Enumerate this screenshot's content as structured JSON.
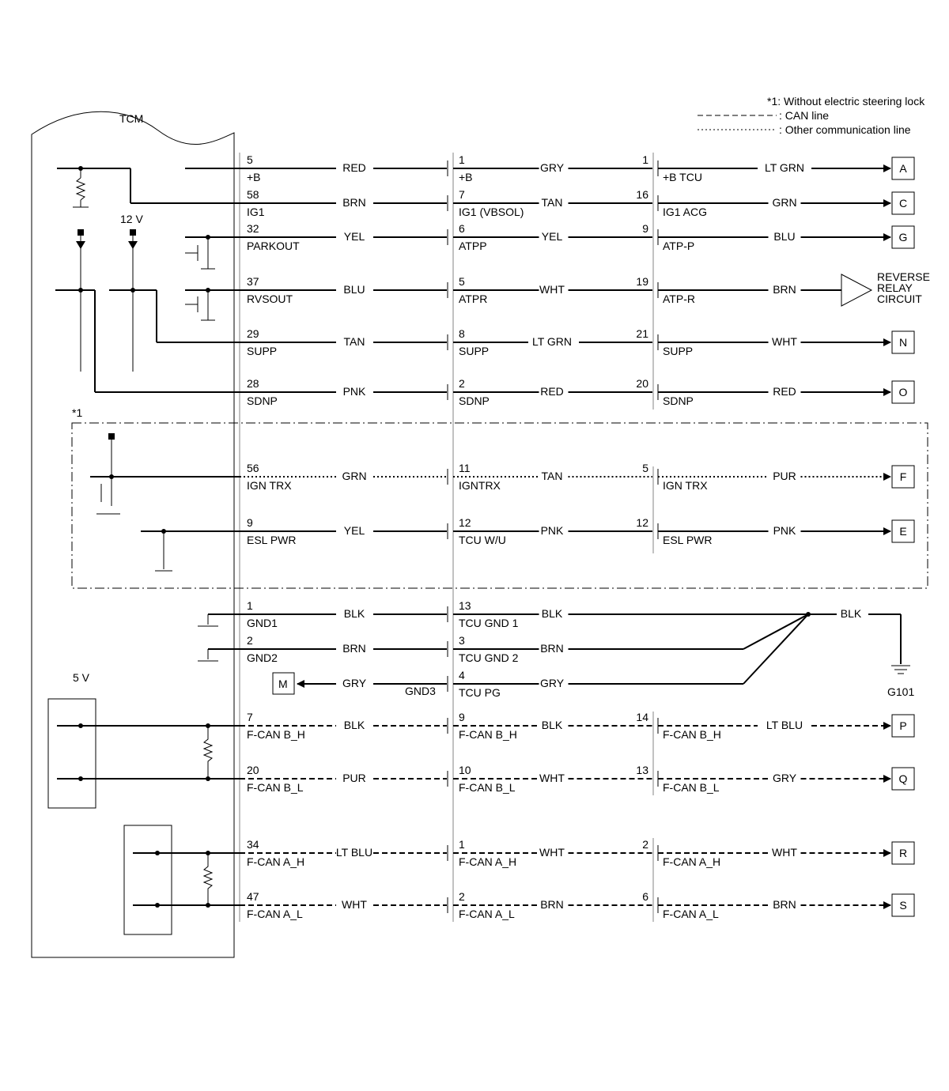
{
  "legend": {
    "note": "*1: Without electric steering lock",
    "can": ": CAN line",
    "other": ": Other communication line"
  },
  "tcm_label": "TCM",
  "voltage_12": "12 V",
  "voltage_5": "5 V",
  "box_label": "*1",
  "rows": [
    {
      "pin1": "5",
      "sig1": "+B",
      "c1": "RED",
      "pin2": "1",
      "sig2": "+B",
      "c2": "GRY",
      "pin3": "1",
      "sig3": "+B TCU",
      "c3": "LT GRN",
      "term": "A",
      "style": "solid",
      "tt": "box"
    },
    {
      "pin1": "58",
      "sig1": "IG1",
      "c1": "BRN",
      "pin2": "7",
      "sig2": "IG1 (VBSOL)",
      "c2": "TAN",
      "pin3": "16",
      "sig3": "IG1 ACG",
      "c3": "GRN",
      "term": "C",
      "style": "solid",
      "tt": "box"
    },
    {
      "pin1": "32",
      "sig1": "PARKOUT",
      "c1": "YEL",
      "pin2": "6",
      "sig2": "ATPP",
      "c2": "YEL",
      "pin3": "9",
      "sig3": "ATP-P",
      "c3": "BLU",
      "term": "G",
      "style": "solid",
      "tt": "box"
    },
    {
      "pin1": "37",
      "sig1": "RVSOUT",
      "c1": "BLU",
      "pin2": "5",
      "sig2": "ATPR",
      "c2": "WHT",
      "pin3": "19",
      "sig3": "ATP-R",
      "c3": "BRN",
      "term": "REVERSE|RELAY|CIRCUIT",
      "style": "solid",
      "tt": "tri"
    },
    {
      "pin1": "29",
      "sig1": "SUPP",
      "c1": "TAN",
      "pin2": "8",
      "sig2": "SUPP",
      "c2": "LT GRN",
      "pin3": "21",
      "sig3": "SUPP",
      "c3": "WHT",
      "term": "N",
      "style": "solid",
      "tt": "box"
    },
    {
      "pin1": "28",
      "sig1": "SDNP",
      "c1": "PNK",
      "pin2": "2",
      "sig2": "SDNP",
      "c2": "RED",
      "pin3": "20",
      "sig3": "SDNP",
      "c3": "RED",
      "term": "O",
      "style": "solid",
      "tt": "box"
    },
    {
      "pin1": "56",
      "sig1": "IGN TRX",
      "c1": "GRN",
      "pin2": "11",
      "sig2": "IGNTRX",
      "c2": "TAN",
      "pin3": "5",
      "sig3": "IGN TRX",
      "c3": "PUR",
      "term": "F",
      "style": "dot",
      "tt": "box"
    },
    {
      "pin1": "9",
      "sig1": "ESL PWR",
      "c1": "YEL",
      "pin2": "12",
      "sig2": "TCU W/U",
      "c2": "PNK",
      "pin3": "12",
      "sig3": "ESL PWR",
      "c3": "PNK",
      "term": "E",
      "style": "solid",
      "tt": "box"
    },
    {
      "pin1": "1",
      "sig1": "GND1",
      "c1": "BLK",
      "pin2": "13",
      "sig2": "TCU GND 1",
      "c2": "BLK",
      "pin3": "",
      "sig3": "",
      "c3": "BLK",
      "term": "",
      "style": "solid",
      "tt": "gnd"
    },
    {
      "pin1": "2",
      "sig1": "GND2",
      "c1": "BRN",
      "pin2": "3",
      "sig2": "TCU GND 2",
      "c2": "BRN",
      "pin3": "",
      "sig3": "",
      "c3": "",
      "term": "",
      "style": "solid",
      "tt": "gnd"
    },
    {
      "pin1": "",
      "sig1": "",
      "c1": "GRY",
      "pin2": "4",
      "sig2": "TCU PG",
      "c2": "GRY",
      "pin3": "",
      "sig3": "",
      "c3": "",
      "term": "",
      "style": "solid",
      "tt": "gnd"
    },
    {
      "pin1": "7",
      "sig1": "F-CAN B_H",
      "c1": "BLK",
      "pin2": "9",
      "sig2": "F-CAN B_H",
      "c2": "BLK",
      "pin3": "14",
      "sig3": "F-CAN B_H",
      "c3": "LT BLU",
      "term": "P",
      "style": "dash",
      "tt": "box"
    },
    {
      "pin1": "20",
      "sig1": "F-CAN B_L",
      "c1": "PUR",
      "pin2": "10",
      "sig2": "F-CAN B_L",
      "c2": "WHT",
      "pin3": "13",
      "sig3": "F-CAN B_L",
      "c3": "GRY",
      "term": "Q",
      "style": "dash",
      "tt": "box"
    },
    {
      "pin1": "34",
      "sig1": "F-CAN A_H",
      "c1": "LT BLU",
      "pin2": "1",
      "sig2": "F-CAN A_H",
      "c2": "WHT",
      "pin3": "2",
      "sig3": "F-CAN A_H",
      "c3": "WHT",
      "term": "R",
      "style": "dash",
      "tt": "box"
    },
    {
      "pin1": "47",
      "sig1": "F-CAN A_L",
      "c1": "WHT",
      "pin2": "2",
      "sig2": "F-CAN A_L",
      "c2": "BRN",
      "pin3": "6",
      "sig3": "F-CAN A_L",
      "c3": "BRN",
      "term": "S",
      "style": "dash",
      "tt": "box"
    }
  ],
  "gnd3_label": "GND3",
  "m_label": "M",
  "g101_label": "G101"
}
